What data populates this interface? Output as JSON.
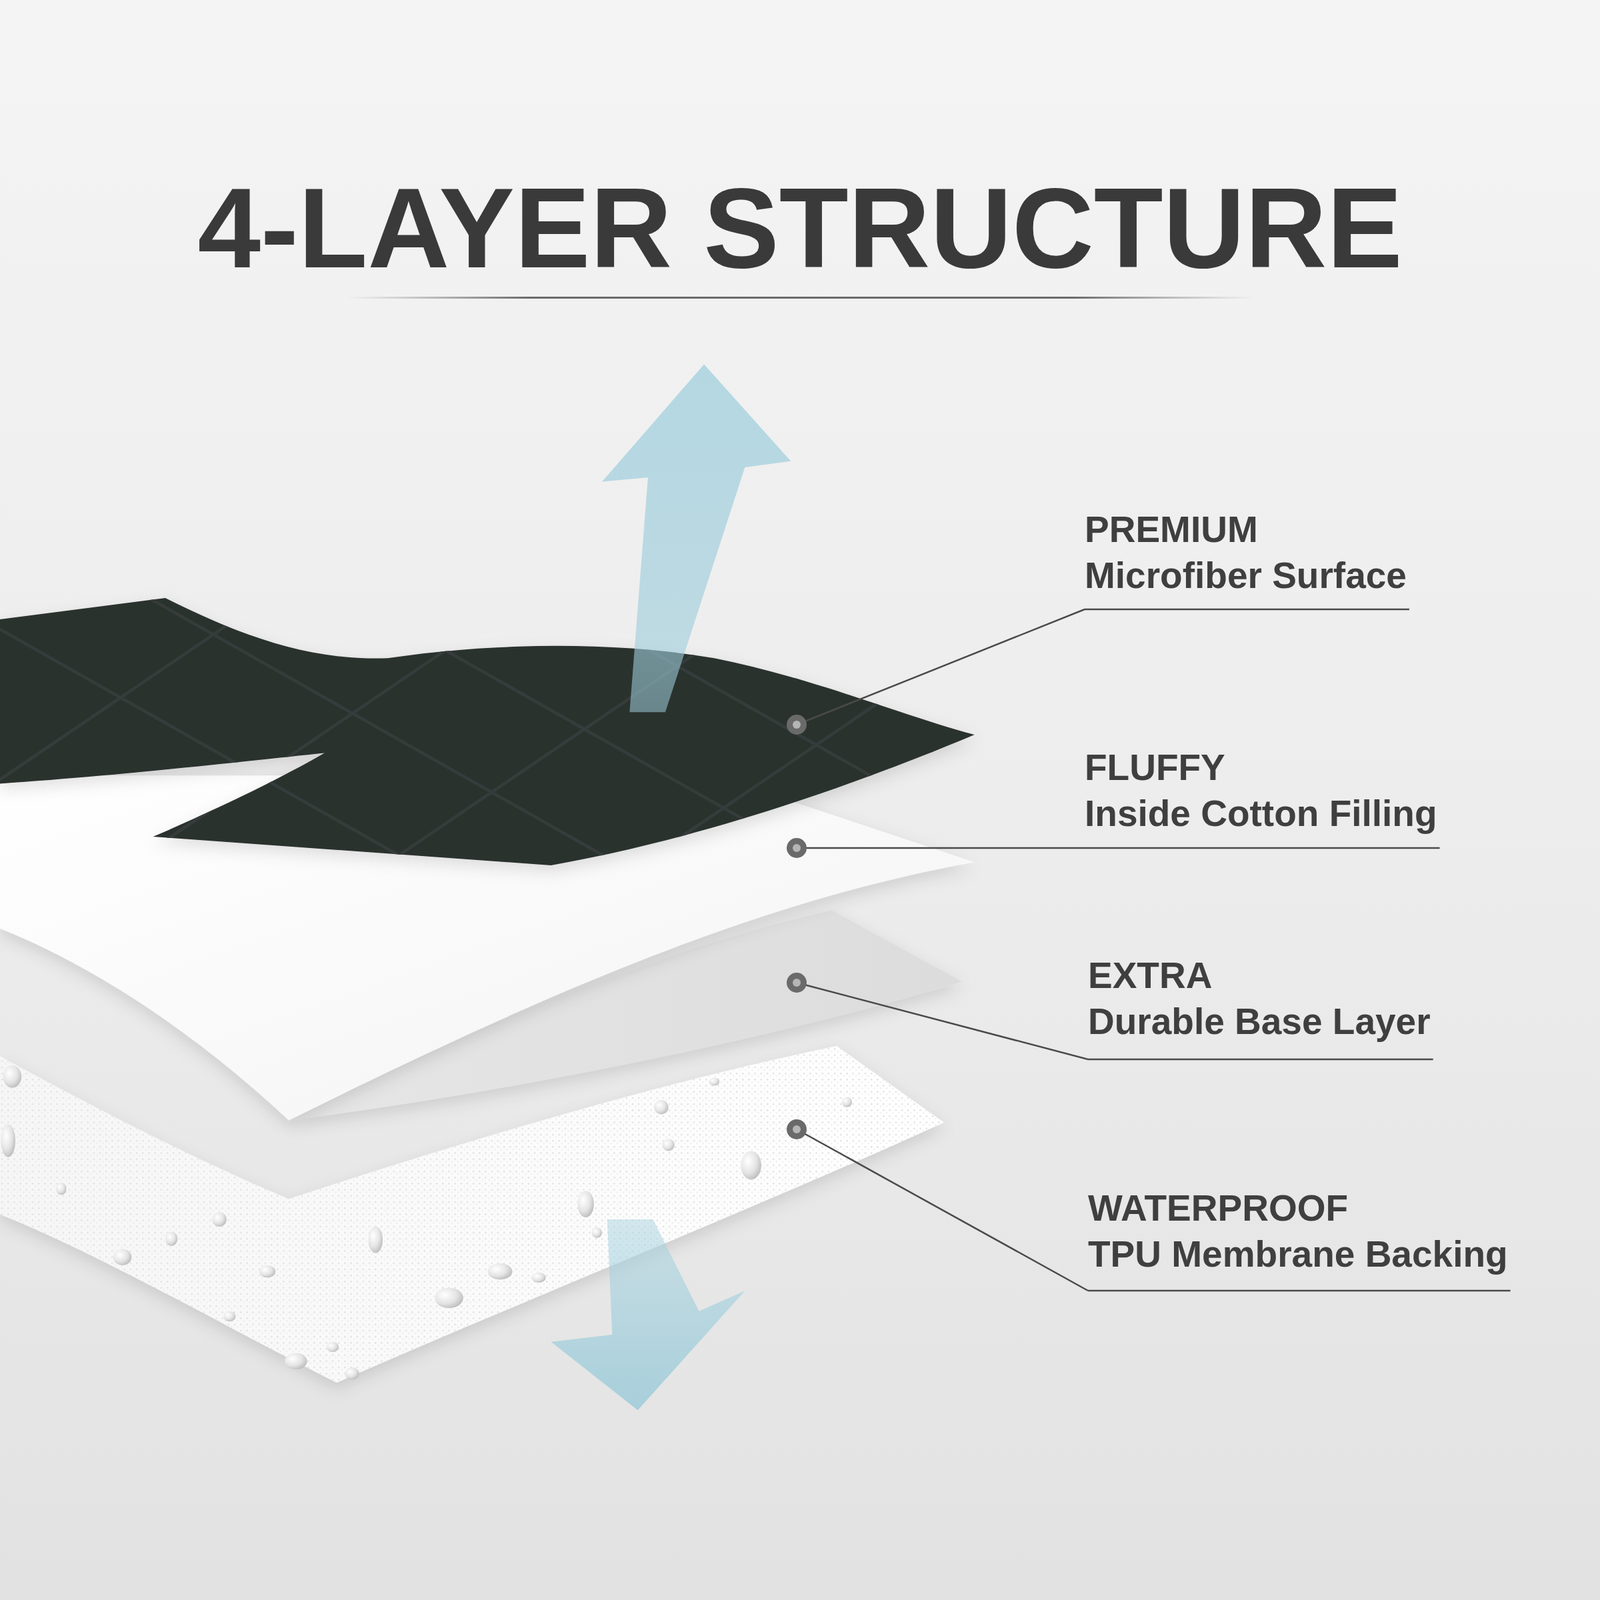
{
  "diagram": {
    "title": "4-LAYER STRUCTURE",
    "labels": [
      "PREMIUM",
      "Microfiber Surface",
      "FLUFFY",
      "Inside Cotton Filling",
      "EXTRA",
      "Durable Base Layer",
      "WATERPROOF",
      "TPU Membrane Backing"
    ]
  }
}
